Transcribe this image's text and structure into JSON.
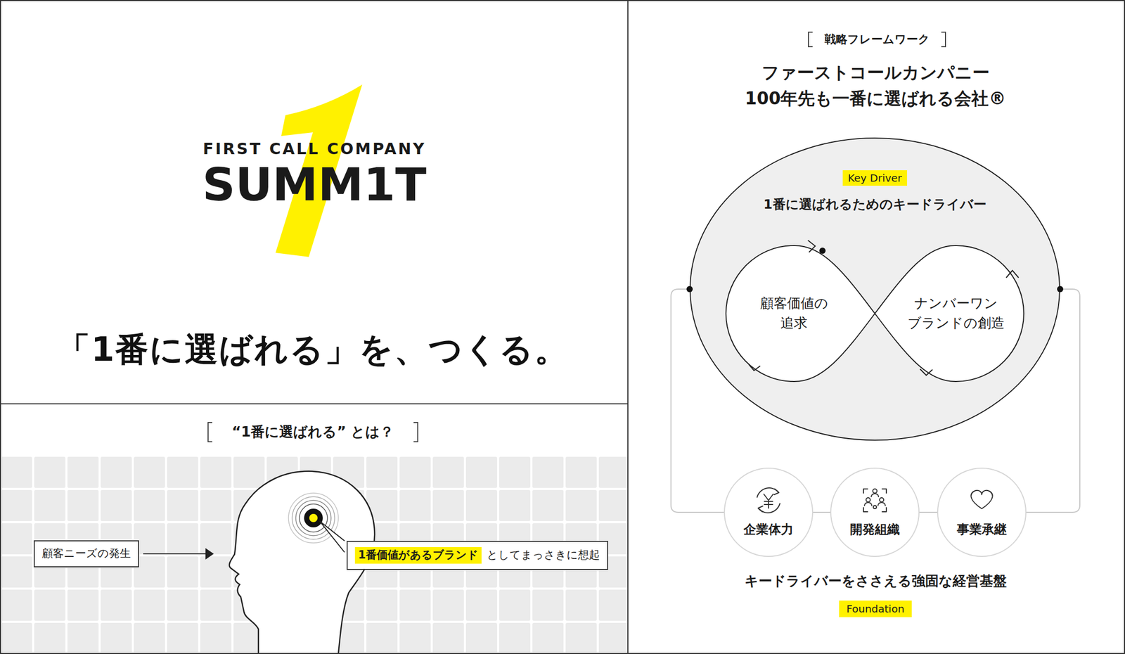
{
  "diagram": {
    "title": "「1番に選ばれる」を、つくる。",
    "nodes": [
      {
        "text": [
          "顧客ニーズの発生"
        ]
      },
      {
        "text": [
          "1番価値があるブランド",
          "としてまっさきに想起"
        ]
      },
      {
        "text": [
          "Key Driver",
          "1番に選ばれるためのキードライバー"
        ]
      },
      {
        "text": [
          "顧客価値の 追求"
        ],
        "in": 2
      },
      {
        "text": [
          "ナンバーワン ブランドの創造"
        ],
        "in": 2
      },
      {
        "text": [
          "企業体力"
        ]
      },
      {
        "text": [
          "開発組織"
        ]
      },
      {
        "text": [
          "事業承継"
        ]
      }
    ],
    "edges": [
      {
        "from": 2,
        "to": 5,
        "arrow": "none"
      },
      {
        "from": 5,
        "to": 6,
        "arrow": "none"
      },
      {
        "from": 6,
        "to": 7,
        "arrow": "none"
      },
      {
        "from": 7,
        "to": 2,
        "arrow": "none"
      }
    ],
    "labels": [
      "FIRST CALL COMPANY",
      "SUMM1T",
      "“1番に選ばれる” とは？",
      "戦略フレームワーク",
      "ファーストコールカンパニー",
      "100年先も一番に選ばれる会社®",
      "キードライバーをささえる強固な経営基盤",
      "Foundation"
    ]
  }
}
